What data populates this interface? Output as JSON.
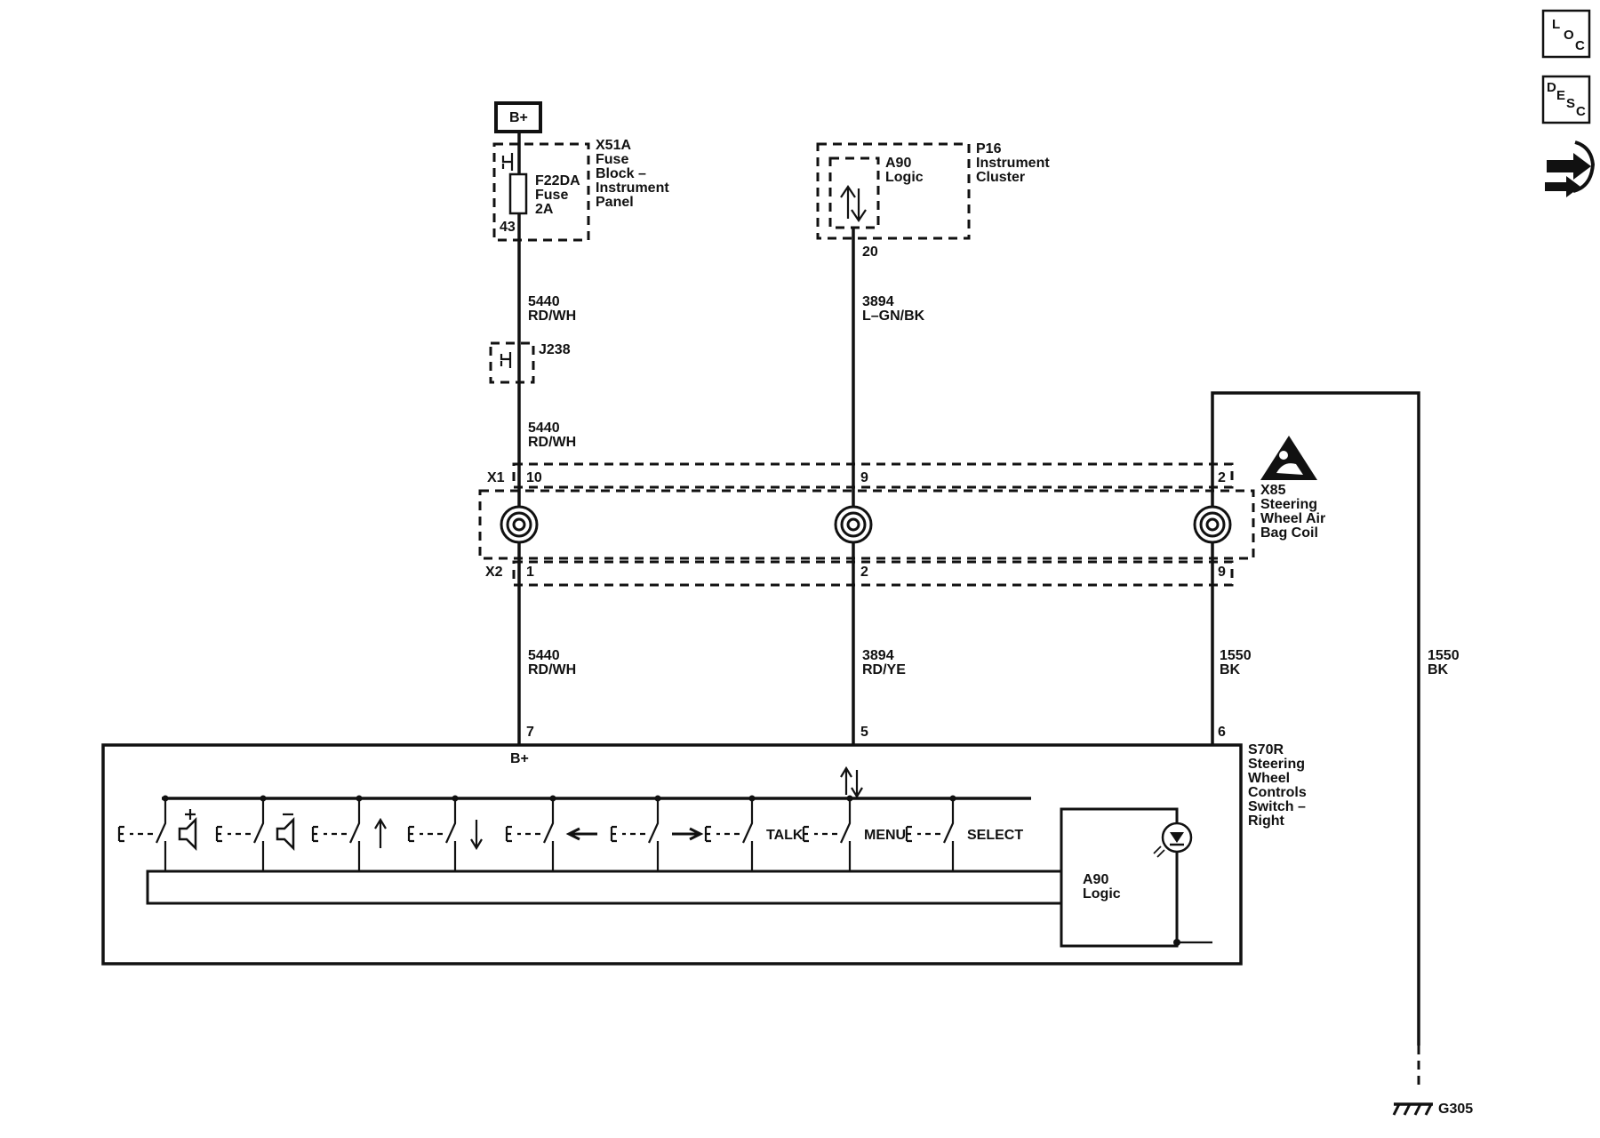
{
  "nav": {
    "loc": {
      "l1": "L",
      "l2": "O",
      "l3": "C"
    },
    "desc": {
      "l1": "D",
      "l2": "E",
      "l3": "S",
      "l4": "C"
    }
  },
  "power": {
    "label": "B+"
  },
  "fuse_block": {
    "id": "X51A",
    "name_lines": [
      "Fuse",
      "Block –",
      "Instrument",
      "Panel"
    ],
    "fuse_id": "F22DA",
    "fuse_word": "Fuse",
    "fuse_rating": "2A",
    "pin": "43"
  },
  "instrument_cluster": {
    "id": "P16",
    "name_lines": [
      "Instrument",
      "Cluster"
    ],
    "logic_id": "A90",
    "logic_name": "Logic",
    "pin": "20"
  },
  "splice": {
    "id": "J238"
  },
  "wires": {
    "w1_top": {
      "circuit": "5440",
      "color": "RD/WH"
    },
    "w1_mid": {
      "circuit": "5440",
      "color": "RD/WH"
    },
    "w1_bot": {
      "circuit": "5440",
      "color": "RD/WH"
    },
    "w2_top": {
      "circuit": "3894",
      "color": "L–GN/BK"
    },
    "w2_bot": {
      "circuit": "3894",
      "color": "RD/YE"
    },
    "w3_bot": {
      "circuit": "1550",
      "color": "BK"
    },
    "w4_ground": {
      "circuit": "1550",
      "color": "BK"
    }
  },
  "airbag_coil": {
    "id": "X85",
    "name_lines": [
      "Steering",
      "Wheel Air",
      "Bag Coil"
    ],
    "x1": "X1",
    "x2": "X2",
    "x1_pins": [
      "10",
      "9",
      "2"
    ],
    "x2_pins": [
      "1",
      "2",
      "9"
    ]
  },
  "switch_module": {
    "id": "S70R",
    "name_lines": [
      "Steering",
      "Wheel",
      "Controls",
      "Switch –",
      "Right"
    ],
    "pins": [
      "7",
      "5",
      "6"
    ],
    "b_plus": "B+",
    "logic_id": "A90",
    "logic_name": "Logic",
    "switch_labels": [
      "TALK",
      "MENU",
      "SELECT"
    ]
  },
  "ground": {
    "id": "G305"
  }
}
